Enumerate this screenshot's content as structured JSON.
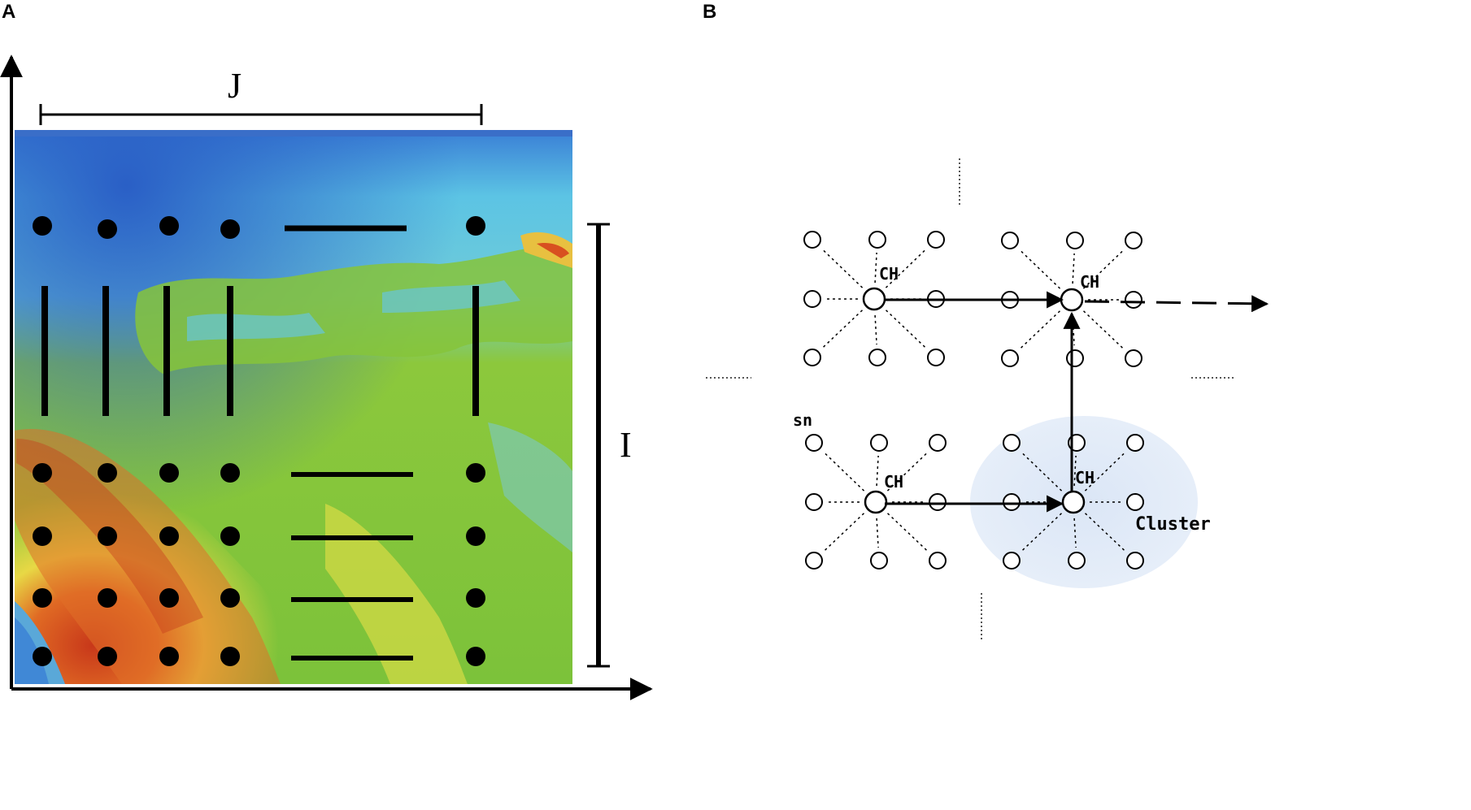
{
  "panel_a": {
    "label": "A",
    "j_label": "J",
    "i_label": "I",
    "colors": {
      "deep_water": "#2f6fd0",
      "shallow_water": "#52c0e0",
      "lowland": "#7cc23a",
      "upland": "#e8e048",
      "highland": "#d8501c",
      "marker": "#000000"
    },
    "grid_legend": "Rows of sensor-node dots across the terrain, with ellipsis dashes between columns and ellipsis bars between rows"
  },
  "panel_b": {
    "label": "B",
    "cluster_head_label": "CH",
    "sensor_node_label": "sn",
    "cluster_label": "Cluster",
    "colors": {
      "cluster_fill": "#dde8f6",
      "node_stroke": "#000000"
    }
  }
}
